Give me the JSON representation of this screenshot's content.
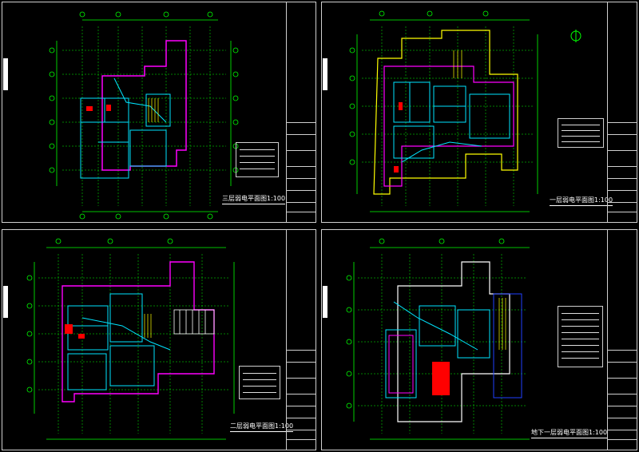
{
  "sheets": [
    {
      "id": "sheet-top-left",
      "title": "三层弱电平面图1:100"
    },
    {
      "id": "sheet-top-right",
      "title": "一层弱电平面图1:100"
    },
    {
      "id": "sheet-bottom-left",
      "title": "二层弱电平面图1:100"
    },
    {
      "id": "sheet-bottom-right",
      "title": "地下一层弱电平面图1:100"
    }
  ],
  "colors": {
    "frame": "#cfcfcf",
    "grid": "#00ff00",
    "wall": "#00e5ff",
    "boundary": "#ff00ff",
    "fill": "#ff0000",
    "stair": "#ffff00",
    "aux": "#2040ff"
  },
  "icons": [
    "north-arrow-icon"
  ]
}
